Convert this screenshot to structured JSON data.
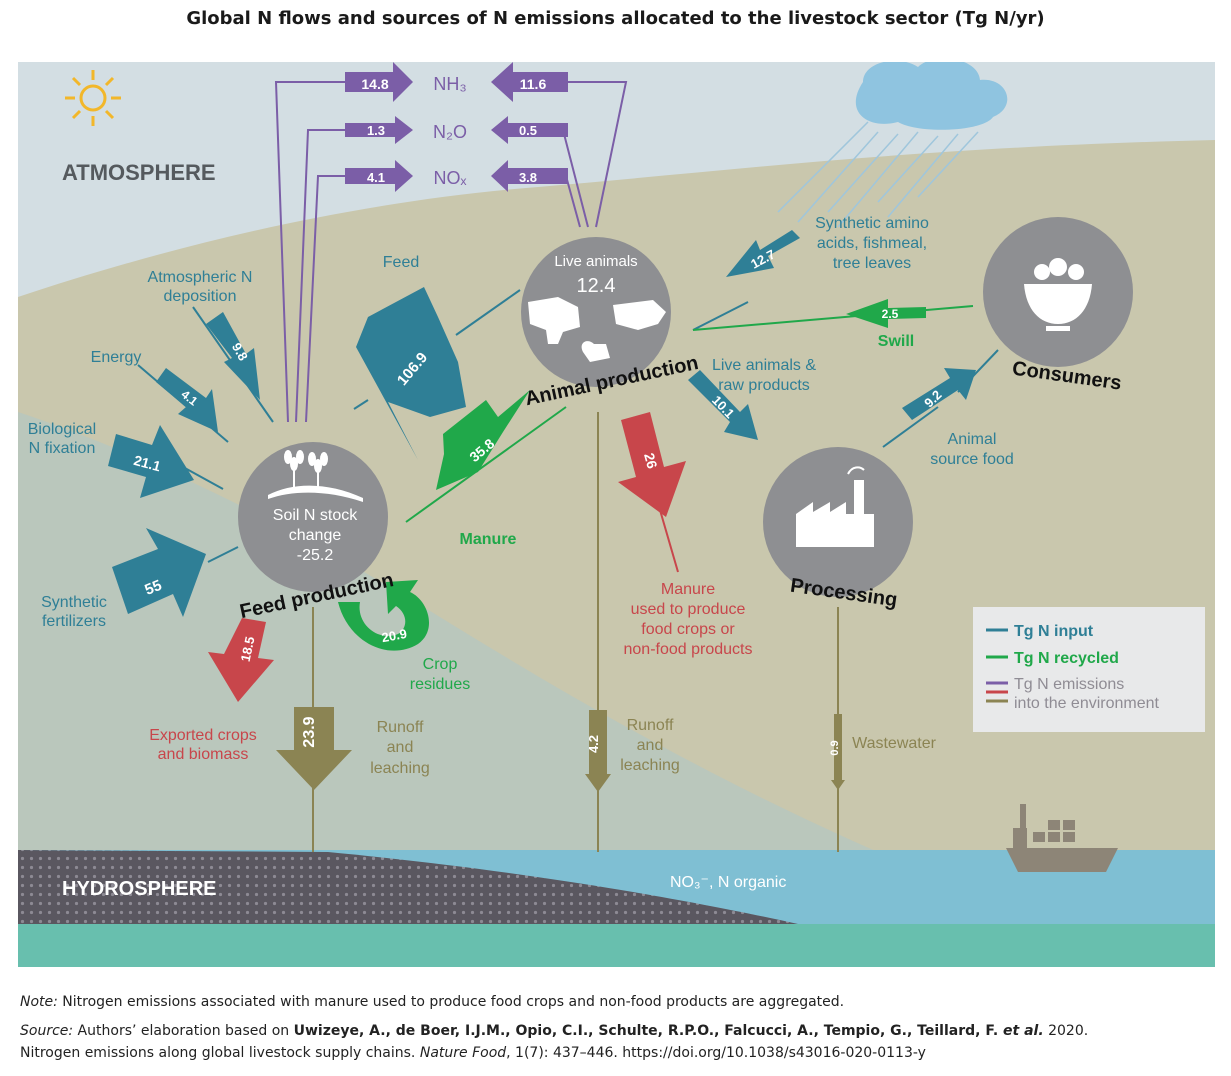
{
  "title": "Global N flows and sources of N emissions allocated to the livestock sector (Tg N/yr)",
  "zones": {
    "atmosphere": "ATMOSPHERE",
    "hydrosphere": "HYDROSPHERE",
    "water_label": "NO₃⁻, N organic"
  },
  "gases": {
    "nh3": "NH₃",
    "n2o": "N₂O",
    "nox": "NOₓ"
  },
  "emissions": {
    "feed_nh3": "14.8",
    "feed_n2o": "1.3",
    "feed_nox": "4.1",
    "animal_nh3": "11.6",
    "animal_n2o": "0.5",
    "animal_nox": "3.8"
  },
  "nodes": {
    "soil_title": "Soil N stock",
    "soil_title2": "change",
    "soil_value": "-25.2",
    "feed_production": "Feed production",
    "live_animals": "Live animals",
    "live_animals_value": "12.4",
    "animal_production": "Animal production",
    "processing": "Processing",
    "consumers": "Consumers"
  },
  "flows": {
    "feed": {
      "label": "Feed",
      "value": "106.9"
    },
    "atm_dep": {
      "label1": "Atmospheric N",
      "label2": "deposition",
      "value": "9.8"
    },
    "energy": {
      "label": "Energy",
      "value": "4.1"
    },
    "bio_fix": {
      "label1": "Biological",
      "label2": "N fixation",
      "value": "21.1"
    },
    "synth_fert": {
      "label1": "Synthetic",
      "label2": "fertilizers",
      "value": "55"
    },
    "exported": {
      "label1": "Exported crops",
      "label2": "and biomass",
      "value": "18.5"
    },
    "feed_runoff": {
      "label1": "Runoff",
      "label2": "and",
      "label3": "leaching",
      "value": "23.9"
    },
    "crop_res": {
      "label1": "Crop",
      "label2": "residues",
      "value": "20.9"
    },
    "manure": {
      "label": "Manure",
      "value": "35.8"
    },
    "manure_used": {
      "label1": "Manure",
      "label2": "used to produce",
      "label3": "food crops or",
      "label4": "non-food products",
      "value": "26"
    },
    "animal_runoff": {
      "label1": "Runoff",
      "label2": "and",
      "label3": "leaching",
      "value": "4.2"
    },
    "synth_amino": {
      "label1": "Synthetic amino",
      "label2": "acids, fishmeal,",
      "label3": "tree leaves",
      "value": "12.7"
    },
    "swill": {
      "label": "Swill",
      "value": "2.5"
    },
    "live_raw": {
      "label1": "Live animals &",
      "label2": "raw products",
      "value": "10.1"
    },
    "asf": {
      "label1": "Animal",
      "label2": "source food",
      "value": "9.2"
    },
    "wastewater": {
      "label": "Wastewater",
      "value": "0.9"
    }
  },
  "legend": {
    "input": "Tg N input",
    "recycled": "Tg N recycled",
    "emissions1": "Tg N emissions",
    "emissions2": "into the environment"
  },
  "colors": {
    "input": "#2f7f96",
    "recycled": "#20a84a",
    "emission_gas": "#7b5ea7",
    "emission_env": "#c8464b",
    "runoff": "#8b8453",
    "node": "#8e8f92"
  },
  "notes": {
    "note_label": "Note:",
    "note_text": " Nitrogen emissions associated with manure used to produce food crops and non-food products are aggregated.",
    "source_label": "Source:",
    "source_text1": " Authors’ elaboration based on ",
    "source_authors": "Uwizeye, A., de Boer, I.J.M., Opio, C.I., Schulte, R.P.O., Falcucci, A., Tempio, G., Teillard, F.",
    "source_etal": " et al.",
    "source_year": " 2020.",
    "source_line2a": "Nitrogen emissions along global livestock supply chains. ",
    "source_journal": "Nature Food",
    "source_line2b": ", 1(7): 437–446. https://doi.org/10.1038/s43016-020-0113-y"
  }
}
